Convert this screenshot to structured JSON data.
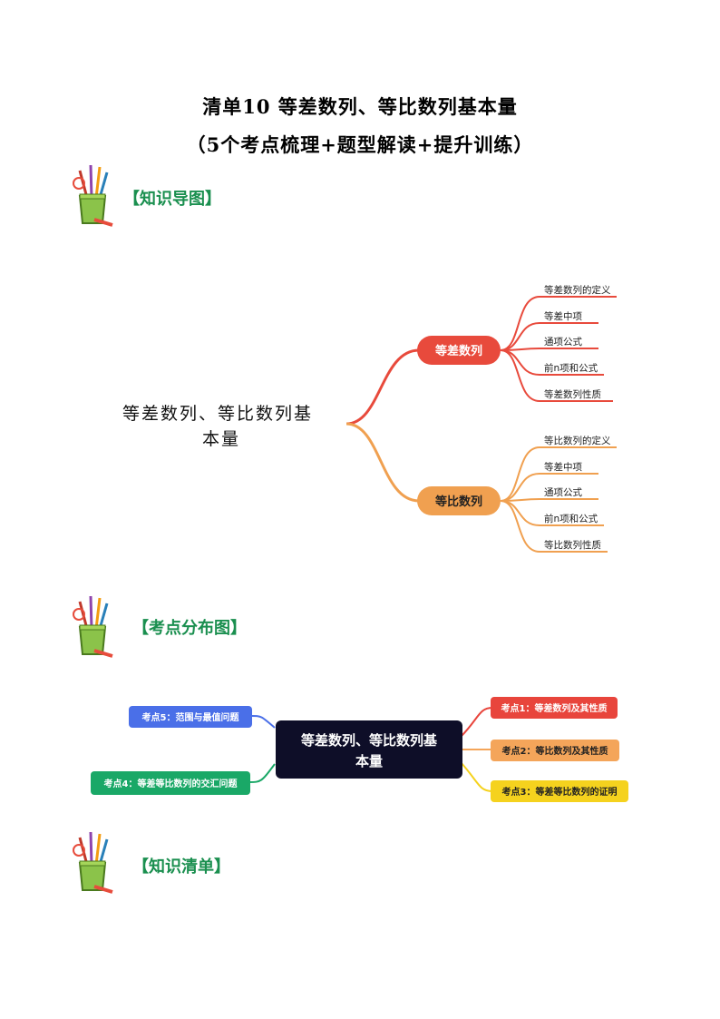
{
  "title": {
    "line1": "清单10  等差数列、等比数列基本量",
    "line2": "（5个考点梳理+题型解读+提升训练）"
  },
  "sections": {
    "knowledge_map": "【知识导图】",
    "exam_points_map": "【考点分布图】",
    "knowledge_list": "【知识清单】"
  },
  "mindmap1": {
    "root": [
      "等差数列、等比数列基",
      "本量"
    ],
    "branches": [
      {
        "label": "等差数列",
        "color": "#e84a3c",
        "leaves": [
          "等差数列的定义",
          "等差中项",
          "通项公式",
          "前n项和公式",
          "等差数列性质"
        ]
      },
      {
        "label": "等比数列",
        "color": "#f0a050",
        "leaves": [
          "等比数列的定义",
          "等差中项",
          "通项公式",
          "前n项和公式",
          "等比数列性质"
        ]
      }
    ]
  },
  "mindmap2": {
    "center": [
      "等差数列、等比数列基",
      "本量"
    ],
    "nodes": {
      "p1": {
        "label": "考点1：等差数列及其性质",
        "color": "#e8453c"
      },
      "p2": {
        "label": "考点2：等比数列及其性质",
        "color": "#f4a55a"
      },
      "p3": {
        "label": "考点3：等差等比数列的证明",
        "color": "#f5d21e"
      },
      "p4": {
        "label": "考点4：等差等比数列的交汇问题",
        "color": "#1aa867"
      },
      "p5": {
        "label": "考点5：范围与最值问题",
        "color": "#4a6fe8"
      }
    },
    "center_color": "#0e0e28"
  },
  "icons": {
    "section_icon": "pencil-cup-icon"
  }
}
